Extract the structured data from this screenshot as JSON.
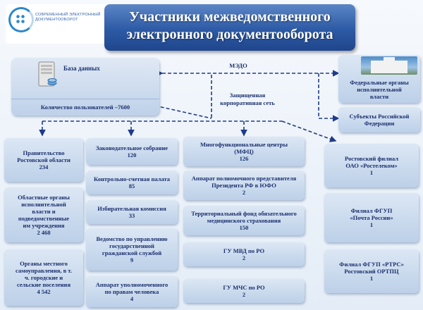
{
  "header": {
    "logo_text": "СОВРЕМЕННЫЙ ЭЛЕКТРОННЫЙ ДОКУМЕНТООБОРОТ",
    "title": "Участники межведомственного\nэлектронного документооборота"
  },
  "database": {
    "label": "База данных",
    "users": "Количество пользователей –7600"
  },
  "network": {
    "medo": "МЭДО",
    "corp_net": "Защищенная\nкорпоративная  сеть"
  },
  "federal": {
    "organs": "Федеральные органы\nисполнительной\nвласти",
    "subjects": "Субъекты Российской\nФедерации"
  },
  "col1": [
    {
      "text": "Правительство\nРостовской области\n234"
    },
    {
      "text": "Областные органы\nисполнительной\nвласти и\nподведомственные\nим учреждения\n2 468"
    },
    {
      "text": "Органы местного\nсамоуправления, в т.\nч. городские и\nсельские поселения\n4 542"
    }
  ],
  "col2": [
    {
      "text": "Законодательное собрание\n120"
    },
    {
      "text": "Контрольно-счетная палата\n85"
    },
    {
      "text": "Избирательная комиссия\n33"
    },
    {
      "text": "Ведомство по управлению\nгосударственной\nгражданской службой\n9"
    },
    {
      "text": "Аппарат уполномоченного\nпо правам человека\n4"
    }
  ],
  "col3": [
    {
      "text": "Многофункциональные центры\n(МФЦ)\n126"
    },
    {
      "text": "Аппарат полномочного представителя\nПрезидента РФ в ЮФО\n2"
    },
    {
      "text": "Территориальный  фонд обязательного\nмедицинского страхования\n150"
    },
    {
      "text": "ГУ МВД по РО\n2"
    },
    {
      "text": "ГУ МЧС  по РО\n2"
    }
  ],
  "col4": [
    {
      "text": "Ростовский филиал\nОАО «Ростелеком»\n1"
    },
    {
      "text": "Филиал ФГУП\n«Почта России»\n1"
    },
    {
      "text": "Филиал ФГУП «РТРС»\nРостовский ОРТПЦ\n1"
    }
  ],
  "colors": {
    "banner": "#2d5aa5",
    "box_top": "#dce7f4",
    "box_bottom": "#bcd0e8",
    "text": "#1a2f6e",
    "lines": "#1f3c8a"
  }
}
